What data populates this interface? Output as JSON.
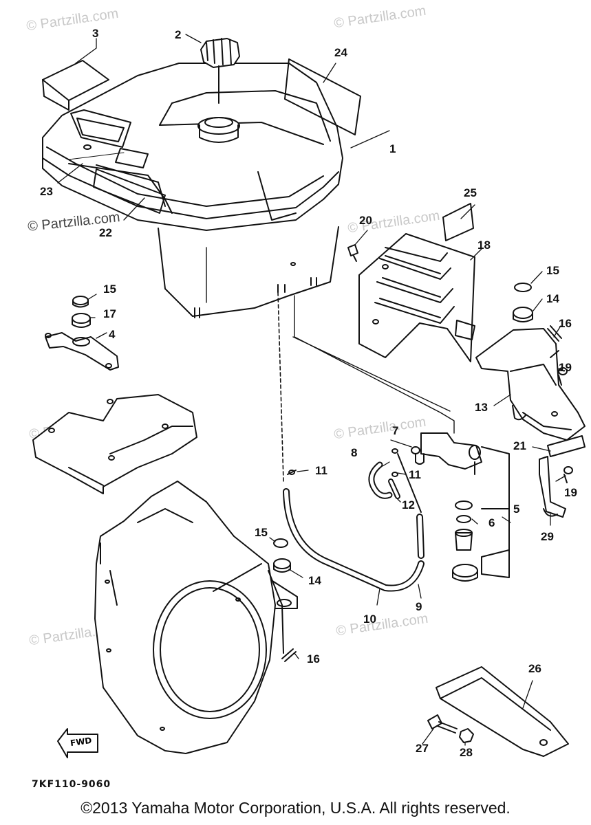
{
  "watermark": "© Partzilla.com",
  "diagram_code": "7KF110-9060",
  "copyright": "©2013  Yamaha Motor Corporation, U.S.A. All rights reserved.",
  "fwd_label": "FWD",
  "callouts": {
    "c1": "1",
    "c2": "2",
    "c3": "3",
    "c4": "4",
    "c5": "5",
    "c6": "6",
    "c7": "7",
    "c8": "8",
    "c9": "9",
    "c10": "10",
    "c11a": "11",
    "c11b": "11",
    "c12": "12",
    "c13": "13",
    "c14a": "14",
    "c14b": "14",
    "c15a": "15",
    "c15b": "15",
    "c15c": "15",
    "c16a": "16",
    "c16b": "16",
    "c17": "17",
    "c18": "18",
    "c19a": "19",
    "c19b": "19",
    "c20": "20",
    "c21": "21",
    "c22": "22",
    "c23": "23",
    "c24": "24",
    "c25": "25",
    "c26": "26",
    "c27": "27",
    "c28": "28",
    "c29": "29"
  }
}
